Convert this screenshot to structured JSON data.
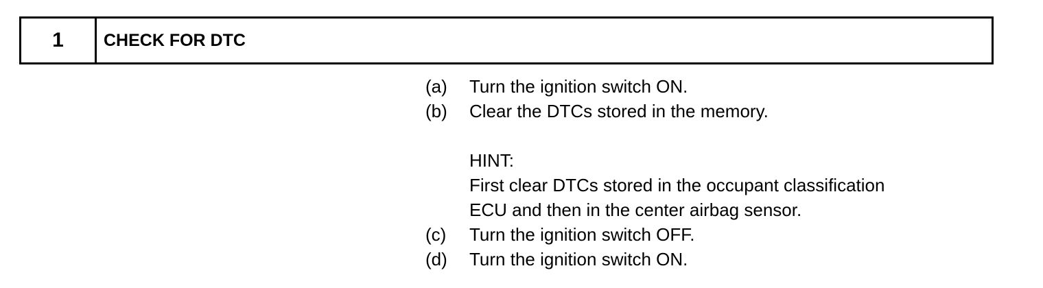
{
  "step": {
    "number": "1",
    "title": "CHECK FOR DTC"
  },
  "procedure": {
    "items": [
      {
        "marker": "(a)",
        "text": "Turn the ignition switch ON."
      },
      {
        "marker": "(b)",
        "text": "Clear the DTCs stored in the memory."
      },
      {
        "marker": "(c)",
        "text": "Turn the ignition switch OFF."
      },
      {
        "marker": "(d)",
        "text": "Turn the ignition switch ON."
      }
    ],
    "hint": {
      "label": "HINT:",
      "lines": [
        "First clear DTCs stored in the occupant classification",
        "ECU and then in the center airbag sensor."
      ]
    }
  }
}
